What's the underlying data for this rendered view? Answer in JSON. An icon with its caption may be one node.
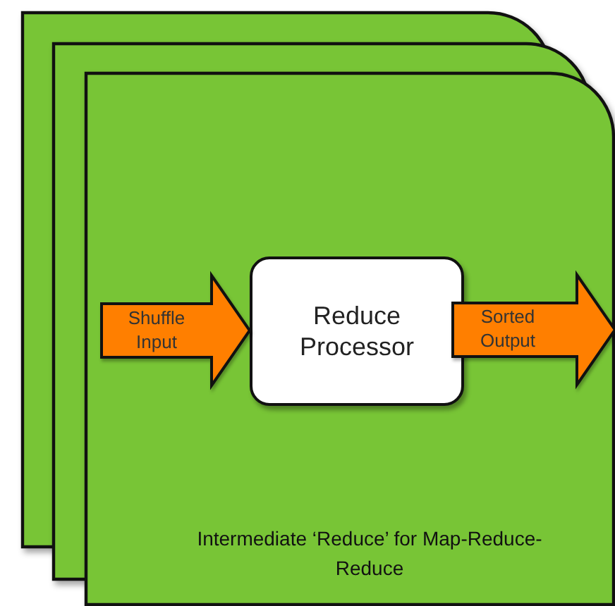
{
  "diagram": {
    "nodes": [
      {
        "text": [],
        "shape": "box"
      },
      {
        "text": [],
        "shape": "box"
      },
      {
        "text": [],
        "shape": "box"
      },
      {
        "text": [
          "Reduce Processor"
        ]
      }
    ],
    "edges": [
      {
        "from": null,
        "to": 3,
        "arrow": "to",
        "label": "Shuffle Input",
        "style": "thick"
      },
      {
        "from": 3,
        "to": null,
        "arrow": "to",
        "label": "Sorted Output",
        "style": "thick"
      }
    ],
    "labels": [
      "Intermediate ‘Reduce’ for Map-Reduce-Reduce"
    ]
  }
}
